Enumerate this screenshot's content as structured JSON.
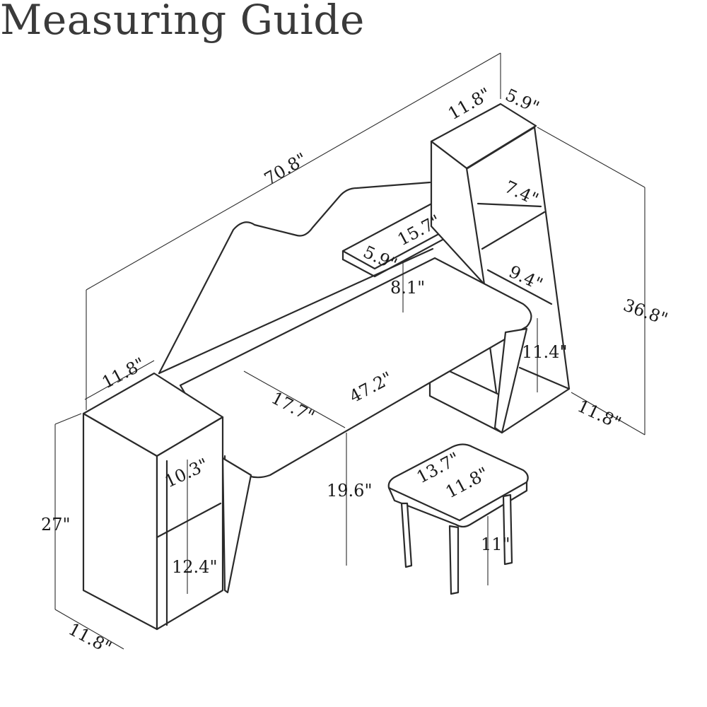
{
  "title": "Measuring Guide",
  "dimensions": {
    "overall_width": "70.8\"",
    "tower_depth_top": "11.8\"",
    "tower_width_top": "5.9\"",
    "shelf_spacing_upper": "7.4\"",
    "shelf_spacing_middle": "9.4\"",
    "shelf_spacing_lower": "11.4\"",
    "overall_height": "36.8\"",
    "tower_base_depth": "11.8\"",
    "riser_depth": "5.9\"",
    "riser_width": "15.7\"",
    "riser_height": "8.1\"",
    "desk_depth": "17.7\"",
    "desk_width": "47.2\"",
    "cabinet_depth_top": "11.8\"",
    "cabinet_height": "27\"",
    "cabinet_shelf_upper": "10.3\"",
    "cabinet_shelf_lower": "12.4\"",
    "cabinet_base_depth": "11.8\"",
    "desk_height": "19.6\"",
    "stool_width": "13.7\"",
    "stool_depth": "11.8\"",
    "stool_height": "11\""
  }
}
